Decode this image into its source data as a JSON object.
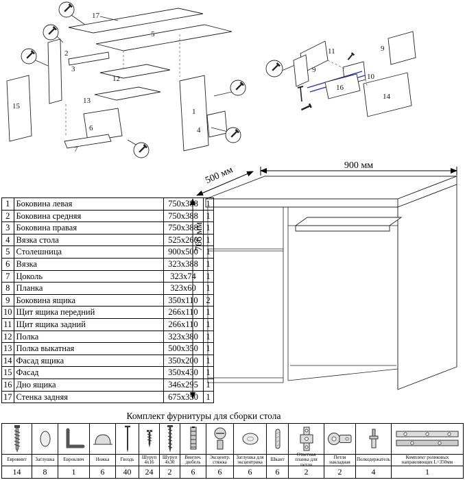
{
  "dims": {
    "width": "900 мм",
    "depth": "500 мм",
    "height": "766 мм"
  },
  "parts": [
    {
      "num": "1",
      "name": "Боковина левая",
      "size": "750x388",
      "qty": "1"
    },
    {
      "num": "2",
      "name": "Боковина средняя",
      "size": "750x388",
      "qty": "1"
    },
    {
      "num": "3",
      "name": "Боковина правая",
      "size": "750x388",
      "qty": "1"
    },
    {
      "num": "4",
      "name": "Вязка стола",
      "size": "525x260",
      "qty": "1"
    },
    {
      "num": "5",
      "name": "Столешница",
      "size": "900x500",
      "qty": "1"
    },
    {
      "num": "6",
      "name": "Вязка",
      "size": "323x388",
      "qty": "1"
    },
    {
      "num": "7",
      "name": "Цоколь",
      "size": "323x74",
      "qty": "1"
    },
    {
      "num": "8",
      "name": "Планка",
      "size": "323x60",
      "qty": "1"
    },
    {
      "num": "9",
      "name": "Боковина ящика",
      "size": "350x110",
      "qty": "2"
    },
    {
      "num": "10",
      "name": "Щит ящика передний",
      "size": "266x110",
      "qty": "1"
    },
    {
      "num": "11",
      "name": "Щит ящика задний",
      "size": "266x110",
      "qty": "1"
    },
    {
      "num": "12",
      "name": "Полка",
      "size": "323x380",
      "qty": "1"
    },
    {
      "num": "13",
      "name": "Полка выкатная",
      "size": "500x350",
      "qty": "1"
    },
    {
      "num": "14",
      "name": "Фасад ящика",
      "size": "350x200",
      "qty": "1"
    },
    {
      "num": "15",
      "name": "Фасад",
      "size": "350x430",
      "qty": "1"
    },
    {
      "num": "16",
      "name": "Дно ящика",
      "size": "346x295",
      "qty": "1"
    },
    {
      "num": "17",
      "name": "Стенка задняя",
      "size": "675x350",
      "qty": "1"
    }
  ],
  "hardware": {
    "title": "Комплект фурнитуры для сборки стола",
    "items": [
      {
        "name": "Евровинт",
        "qty": "14",
        "icon": "euro-screw-icon"
      },
      {
        "name": "Заглушка",
        "qty": "8",
        "icon": "plug-cap-icon"
      },
      {
        "name": "Евроключ",
        "qty": "1",
        "icon": "hex-key-icon"
      },
      {
        "name": "Ножка",
        "qty": "6",
        "icon": "foot-icon"
      },
      {
        "name": "Гвоздь",
        "qty": "40",
        "icon": "nail-icon"
      },
      {
        "name": "Шуруп 4x16",
        "qty": "24",
        "icon": "screw-short-icon"
      },
      {
        "name": "Шуруп 4x30",
        "qty": "2",
        "icon": "screw-long-icon"
      },
      {
        "name": "Винтич. дюбель",
        "qty": "6",
        "icon": "threaded-dowel-icon"
      },
      {
        "name": "Эксцентр. стяжка",
        "qty": "6",
        "icon": "cam-lock-icon"
      },
      {
        "name": "Заглушка для эксцентрика",
        "qty": "6",
        "icon": "cam-cap-icon"
      },
      {
        "name": "Шкант",
        "qty": "6",
        "icon": "wooden-dowel-icon"
      },
      {
        "name": "Ответная планка для петли",
        "qty": "2",
        "icon": "hinge-plate-icon"
      },
      {
        "name": "Петля накладная",
        "qty": "2",
        "icon": "hinge-icon"
      },
      {
        "name": "Полкодержатель",
        "qty": "4",
        "icon": "shelf-support-icon"
      },
      {
        "name": "Комплект роликовых направляющих L=350мм",
        "qty": "1",
        "icon": "roller-guides-icon"
      }
    ]
  },
  "exploded_left": {
    "labels": [
      "17",
      "5",
      "2",
      "3",
      "12",
      "13",
      "6",
      "7",
      "15",
      "1",
      "4"
    ]
  },
  "exploded_right": {
    "labels": [
      "11",
      "9",
      "9",
      "10",
      "16",
      "14"
    ]
  }
}
